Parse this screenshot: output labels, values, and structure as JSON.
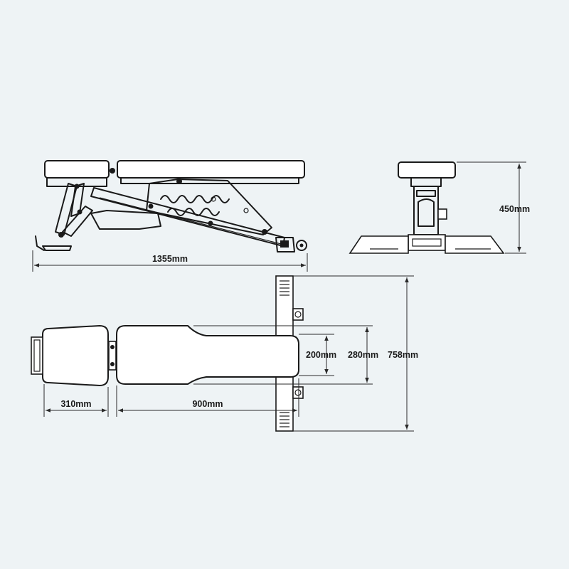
{
  "dimensions": {
    "side_length": "1355mm",
    "front_height": "450mm",
    "foot_width": "200mm",
    "pad_width": "280mm",
    "base_width": "758mm",
    "seat_length": "310mm",
    "back_length": "900mm"
  }
}
